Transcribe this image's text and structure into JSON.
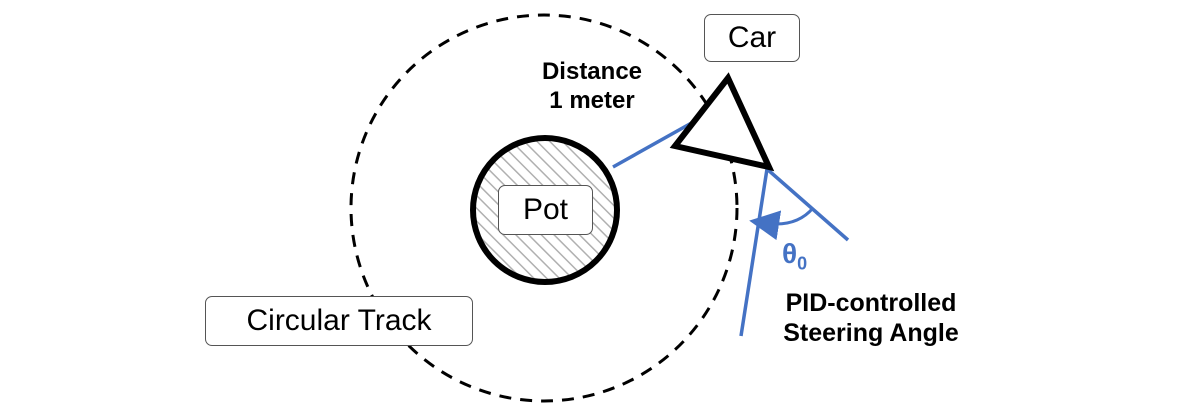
{
  "labels": {
    "car": "Car",
    "pot": "Pot",
    "track": "Circular Track",
    "distance_line1": "Distance",
    "distance_line2": "1 meter",
    "theta_symbol": "θ",
    "theta_subscript": "0",
    "steering_line1": "PID-controlled",
    "steering_line2": "Steering Angle"
  },
  "colors": {
    "accent_blue": "#4472C4",
    "outline": "#000000",
    "hatch": "#b0b0b0"
  }
}
